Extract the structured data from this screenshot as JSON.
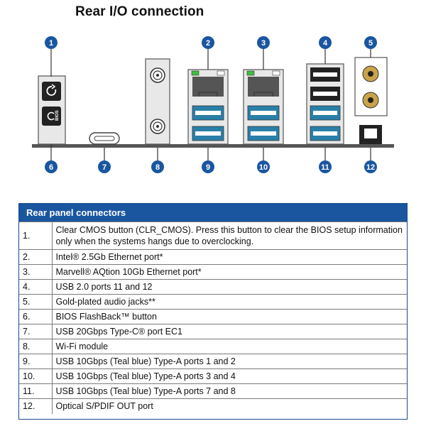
{
  "title": "Rear I/O connection",
  "panel": {
    "header": "Rear panel connectors",
    "rows": [
      {
        "num": "1.",
        "text": "Clear CMOS button (CLR_CMOS). Press this button to clear the BIOS setup information only when the systems hangs due to overclocking."
      },
      {
        "num": "2.",
        "text": "Intel® 2.5Gb Ethernet port*"
      },
      {
        "num": "3.",
        "text": "Marvell® AQtion 10Gb Ethernet port*"
      },
      {
        "num": "4.",
        "text": "USB 2.0 ports 11 and 12"
      },
      {
        "num": "5.",
        "text": "Gold-plated audio jacks**"
      },
      {
        "num": "6.",
        "text": "BIOS FlashBack™ button"
      },
      {
        "num": "7.",
        "text": "USB 20Gbps Type-C® port EC1"
      },
      {
        "num": "8.",
        "text": "Wi-Fi module"
      },
      {
        "num": "9.",
        "text": "USB 10Gbps (Teal blue) Type-A ports 1 and 2"
      },
      {
        "num": "10.",
        "text": "USB 10Gbps (Teal blue) Type-A ports 3 and 4"
      },
      {
        "num": "11.",
        "text": "USB 10Gbps (Teal blue) Type-A ports 7 and 8"
      },
      {
        "num": "12.",
        "text": "Optical S/PDIF OUT port"
      }
    ]
  },
  "diagram": {
    "callouts_top": [
      "1",
      "2",
      "3",
      "4",
      "5"
    ],
    "callouts_bottom": [
      "6",
      "7",
      "8",
      "9",
      "10",
      "11",
      "12"
    ],
    "bios_label": "BIOS",
    "colors": {
      "callout": "#1a56a0",
      "usb_teal": "#2a7fa8",
      "audio_gold": "#c9a24a",
      "led_green": "#3fbf3f",
      "board": "#555555"
    }
  }
}
